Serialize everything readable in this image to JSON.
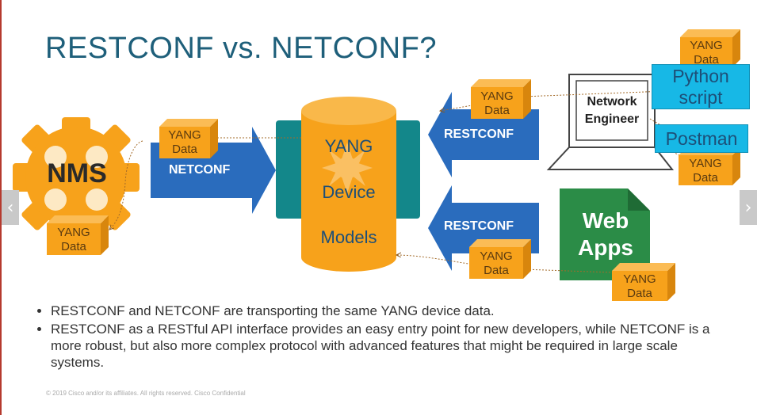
{
  "title": "RESTCONF vs. NETCONF?",
  "nodes": {
    "nms": "NMS",
    "yang_models": [
      "YANG",
      "Device",
      "Models"
    ],
    "network_engineer": [
      "Network",
      "Engineer"
    ],
    "python_script": [
      "Python",
      "script"
    ],
    "postman": "Postman",
    "web_apps": [
      "Web",
      "Apps"
    ]
  },
  "yang_data_label": [
    "YANG",
    "Data"
  ],
  "protocols": {
    "netconf": "NETCONF",
    "restconf_top": "RESTCONF",
    "restconf_bottom": "RESTCONF"
  },
  "bullets": [
    "RESTCONF and NETCONF are transporting the same YANG device data.",
    "RESTCONF as a RESTful API interface provides an easy entry point for new developers, while NETCONF is a more robust, but also more complex protocol with advanced features that might be required in large scale systems."
  ],
  "footer": "© 2019 Cisco and/or its affiliates. All rights reserved.   Cisco Confidential",
  "nav": {
    "prev": "‹",
    "next": "›"
  },
  "colors": {
    "orange": "#f7a21b",
    "orange_dark": "#d8860d",
    "blue_arrow": "#2a6cbd",
    "teal": "#13878a",
    "web_green": "#2b8c47",
    "tool_cyan": "#17b8e6"
  }
}
